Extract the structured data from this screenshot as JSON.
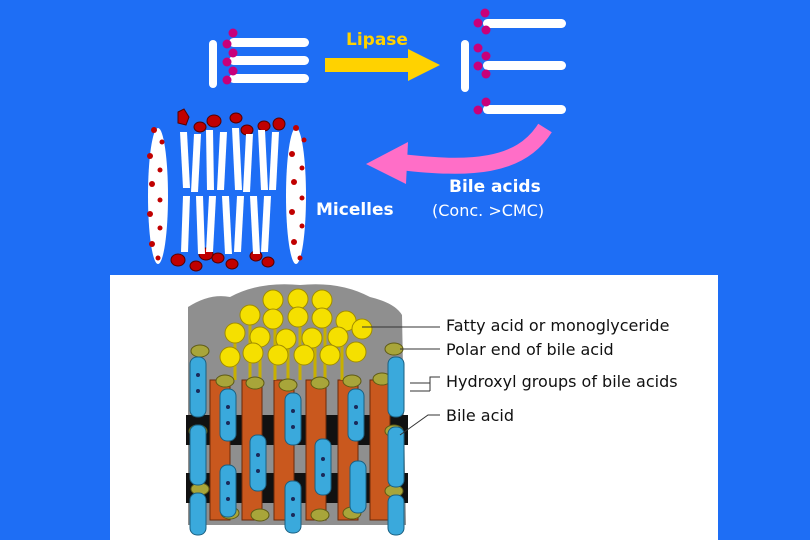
{
  "top_diagram": {
    "lipase_label": "Lipase",
    "micelles_label": "Micelles",
    "bile_acids_label": "Bile acids",
    "concentration_label": "(Conc. >CMC)"
  },
  "colors": {
    "background": "#1e6ef5",
    "lipase_arrow": "#ffd200",
    "bile_arrow": "#ff6ec7",
    "polar_head": "#c8007a",
    "micelle_head": "#c00000",
    "bile_acid": "#3aa9dc",
    "fatty_acid": "#f5e000",
    "core": "#c9581e"
  },
  "legend": {
    "items": [
      "Fatty acid or monoglyceride",
      "Polar end of bile acid",
      "Hydroxyl groups of bile acids",
      "Bile acid"
    ]
  }
}
